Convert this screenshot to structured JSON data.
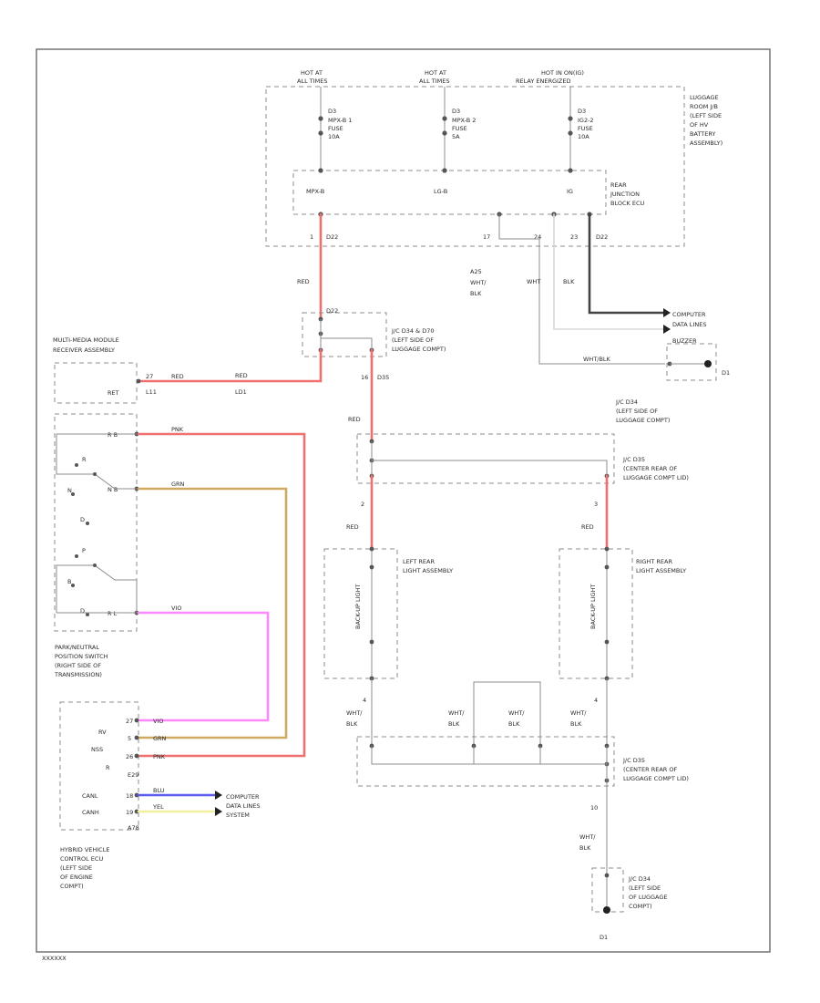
{
  "colors": {
    "red": "#f07070",
    "pink": "#ff88ff",
    "tan": "#cfaa60",
    "blue": "#5a5af0",
    "yellow": "#f0f0a0",
    "black": "#444444",
    "white_wire": "#cfcfcf",
    "gray": "#8c8c8c"
  },
  "labels": {
    "hot_top_1": "HOT AT",
    "hot_bot_1": "ALL TIMES",
    "hot_top_2": "HOT AT",
    "hot_bot_2": "ALL TIMES",
    "hot_top_3": "HOT IN ON(IG)",
    "hot_bot_3": "RELAY ENERGIZED",
    "fuse1_n": "D3",
    "fuse1_a": "MPX-B 1",
    "fuse1_b": "FUSE",
    "fuse1_c": "10A",
    "fuse2_n": "D3",
    "fuse2_a": "MPX-B 2",
    "fuse2_b": "FUSE",
    "fuse2_c": "5A",
    "fuse3_n": "D3",
    "fuse3_a": "IG2-2",
    "fuse3_b": "FUSE",
    "fuse3_c": "10A",
    "lrjb_1": "LUGGAGE",
    "lrjb_2": "ROOM J/B",
    "lrjb_3": "(LEFT SIDE",
    "lrjb_4": "OF HV",
    "lrjb_5": "BATTERY",
    "lrjb_6": "ASSEMBLY)",
    "mpxb": "MPX-B",
    "lgb": "LG-B",
    "ig": "IG",
    "rjb_1": "REAR",
    "rjb_2": "JUNCTION",
    "rjb_3": "BLOCK ECU",
    "pin_1": "1",
    "pin_d22": "D22",
    "pin_17": "17",
    "pin_24": "24",
    "pin_23": "23",
    "pin_d22b": "D22",
    "w_red_top": "RED",
    "w_a25": "A25",
    "w_wht1": "WHT/",
    "w_blk1": "BLK",
    "w_wht2": "WHT",
    "w_blk2": "BLK",
    "comp1": "COMPUTER",
    "comp2": "DATA LINES",
    "buzzer": "BUZZER",
    "d1": "D1",
    "w_whtblk": "WHT/BLK",
    "jc_d22": "D22",
    "jc1_a": "J/C D34 & D70",
    "jc1_b": "(LEFT SIDE OF",
    "jc1_c": "LUGGAGE COMPT)",
    "mm_1": "MULTI-MEDIA MODULE",
    "mm_2": "RECEIVER ASSEMBLY",
    "c_27": "27",
    "w_red_mm": "RED",
    "w_ret": "RET",
    "c_l11": "L11",
    "w_red_mid": "RED",
    "c_ld1": "LD1",
    "pin_16": "16",
    "pin_d35": "D35",
    "w_red_d35": "RED",
    "jc2_a": "J/C D34",
    "jc2_b": "(LEFT SIDE OF",
    "jc2_c": "LUGGAGE COMPT)",
    "jc3_a": "J/C D35",
    "jc3_b": "(CENTER REAR OF",
    "jc3_c": "LUGGAGE COMPT LID)",
    "p_2l": "2",
    "p_3r": "3",
    "w_red_l": "RED",
    "w_red_r": "RED",
    "lra_1": "LEFT REAR",
    "lra_2": "LIGHT ASSEMBLY",
    "rra_1": "RIGHT REAR",
    "rra_2": "LIGHT ASSEMBLY",
    "backup_l": "BACK-UP LIGHT",
    "backup_r": "BACK-UP LIGHT",
    "p_l4": "4",
    "p_r4": "4",
    "ws_1a": "WHT/",
    "ws_1b": "BLK",
    "ws_2a": "WHT/",
    "ws_2b": "BLK",
    "ws_3a": "WHT/",
    "ws_3b": "BLK",
    "ws_4a": "WHT/",
    "ws_4b": "BLK",
    "jc4_a": "J/C D35",
    "jc4_b": "(CENTER REAR OF",
    "jc4_c": "LUGGAGE COMPT LID)",
    "p_10": "10",
    "ws_5a": "WHT/",
    "ws_5b": "BLK",
    "jc5_a": "J/C D34",
    "jc5_b": "(LEFT SIDE",
    "jc5_c": "OF LUGGAGE",
    "jc5_d": "COMPT)",
    "d1b": "D1",
    "sw_rb": "R B",
    "w_pnk": "PNK",
    "sw_nb": "N B",
    "w_grn": "GRN",
    "sw_rl": "R L",
    "w_vio": "VIO",
    "sw_r": "R",
    "sw_n": "N",
    "sw_d": "D",
    "sw_p": "P",
    "sw_b": "B",
    "sw_dd": "D",
    "pn_1": "PARK/NEUTRAL",
    "pn_2": "POSITION SWITCH",
    "pn_3": "(RIGHT SIDE OF",
    "pn_4": "TRANSMISSION)",
    "ecu_rv": "RV",
    "ecu_nss": "NSS",
    "ecu_r": "R",
    "ecu_27": "27",
    "ecu_5": "5",
    "ecu_26": "26",
    "w_vio2": "VIO",
    "w_grn2": "GRN",
    "w_pnk2": "PNK",
    "e29": "E29",
    "canl": "CANL",
    "canh": "CANH",
    "p_18": "18",
    "p_19": "19",
    "w_blu": "BLU",
    "w_yel": "YEL",
    "a78": "A78",
    "comp3": "COMPUTER",
    "comp4": "DATA LINES",
    "comp5": "SYSTEM",
    "hv_1": "HYBRID VEHICLE",
    "hv_2": "CONTROL ECU",
    "hv_3": "(LEFT SIDE",
    "hv_4": "OF ENGINE",
    "hv_5": "COMPT)",
    "foot": "XXXXXX"
  }
}
